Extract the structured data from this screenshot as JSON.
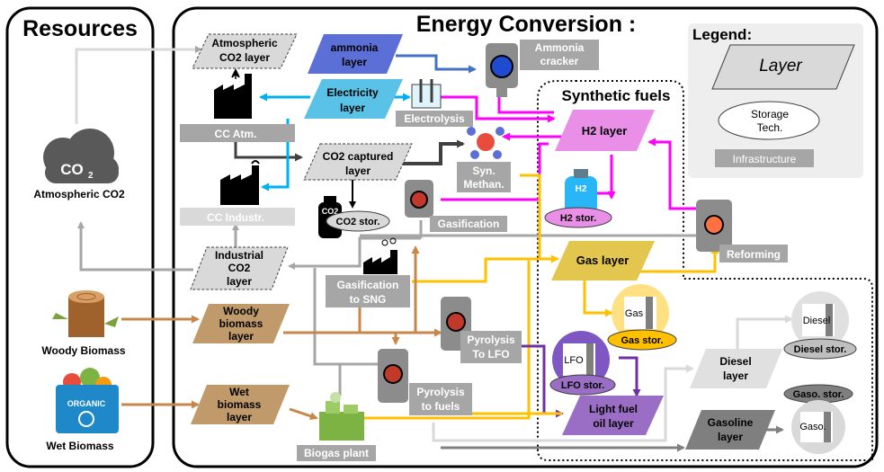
{
  "resources_title": "Resources",
  "conversion_title": "Energy Conversion :",
  "legend": {
    "title": "Legend:",
    "layer": "Layer",
    "storage_line1": "Storage",
    "storage_line2": "Tech.",
    "infrastructure": "Infrastructure"
  },
  "synthetic_fuels_title": "Synthetic fuels",
  "resources": {
    "co2_symbol": "CO",
    "co2_subscript": "2",
    "atmospheric_co2": "Atmospheric  CO2",
    "woody_biomass": "Woody Biomass",
    "wet_biomass": "Wet Biomass",
    "organic_label": "ORGANIC"
  },
  "layers": {
    "atm_co2": [
      "Atmospheric",
      "CO2 layer"
    ],
    "ammonia": [
      "ammonia",
      "layer"
    ],
    "electricity": [
      "Electricity",
      "layer"
    ],
    "co2_captured": [
      "CO2 captured",
      "layer"
    ],
    "industrial_co2": [
      "Industrial",
      "CO2",
      "layer"
    ],
    "woody": [
      "Woody",
      "biomass",
      "layer"
    ],
    "wet": [
      "Wet",
      "biomass",
      "layer"
    ],
    "h2": [
      "H2 layer"
    ],
    "gas": [
      "Gas layer"
    ],
    "diesel": [
      "Diesel",
      "layer"
    ],
    "lfo": [
      "Light fuel",
      "oil layer"
    ],
    "gasoline": [
      "Gasoline",
      "layer"
    ]
  },
  "technologies": {
    "ammonia_cracker": [
      "Ammonia",
      "cracker"
    ],
    "cc_atm": [
      "CC Atm."
    ],
    "cc_industr": [
      "CC Industr."
    ],
    "electrolysis": [
      "Electrolysis"
    ],
    "syn_methan": [
      "Syn.",
      "Methan."
    ],
    "gasification": [
      "Gasification"
    ],
    "gasification_sng": [
      "Gasification",
      "to SNG"
    ],
    "pyrolysis_lfo": [
      "Pyrolysis",
      "To LFO"
    ],
    "pyrolysis_fuels": [
      "Pyrolysis",
      "to fuels"
    ],
    "biogas_plant": [
      "Biogas plant"
    ],
    "reforming": [
      "Reforming"
    ]
  },
  "storages": {
    "co2_stor": "CO2 stor.",
    "co2_cylinder": "CO2",
    "h2_stor": "H2 stor.",
    "h2_tank": "H2",
    "gas_stor": "Gas stor.",
    "gas_tank": "Gas",
    "lfo_stor": "LFO stor.",
    "lfo_tank": "LFO",
    "diesel_stor": "Diesel stor.",
    "diesel_tank": "Diesel",
    "gaso_stor": "Gaso. stor.",
    "gaso_tank": "Gaso."
  },
  "colors": {
    "ammonia": "#5b6fd6",
    "electricity": "#5bc2e7",
    "h2": "#e98fe8",
    "magenta_flow": "#ff00ff",
    "gas": "#e3c64e",
    "yellow_flow": "#ffc000",
    "woody": "#c19a6b",
    "wet_flow": "#c8874a",
    "lfo": "#9b6ec5",
    "purple_flow": "#7030a0",
    "gasoline": "#7f7f7f",
    "diesel": "#e0e0e0",
    "grey_flow": "#a6a6a6",
    "dark_flow": "#404040",
    "infra_box": "#a6a6a6"
  }
}
